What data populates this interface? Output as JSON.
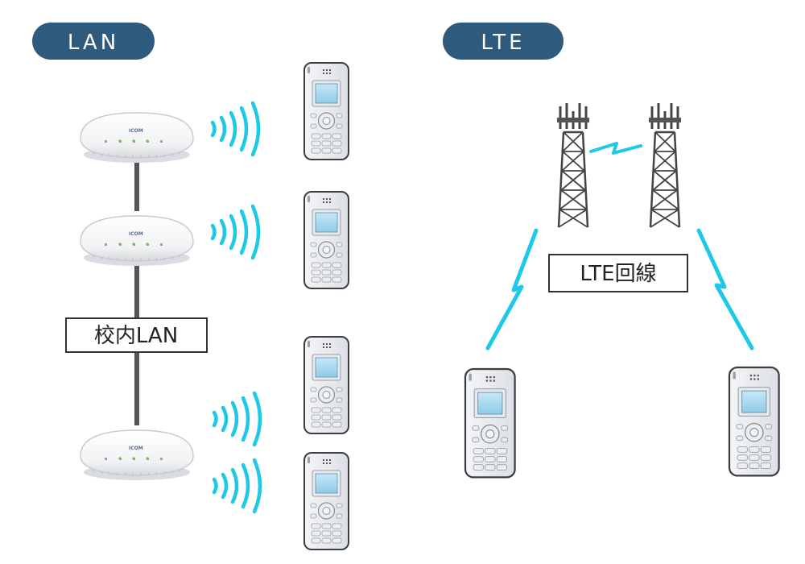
{
  "sections": {
    "lan": {
      "title": "LAN"
    },
    "lte": {
      "title": "LTE"
    }
  },
  "labels": {
    "campus_lan": "校内LAN",
    "lte_line": "LTE回線"
  },
  "access_point": {
    "brand": "ICOM"
  },
  "colors": {
    "pill": "#2e5a7e",
    "signal": "#1ec8e6",
    "cable": "#555555",
    "tower": "#444444",
    "phone_screen": "#a8d8f0"
  }
}
